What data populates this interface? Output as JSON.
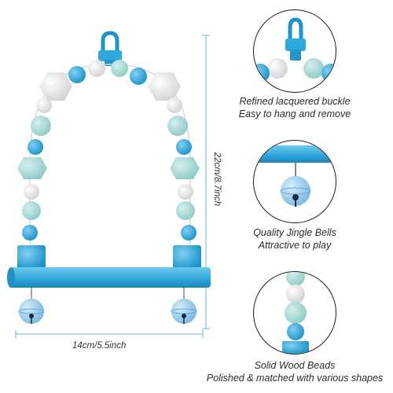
{
  "dimensions": {
    "height_label": "22cm/8.7inch",
    "width_label": "14cm/5.5inch"
  },
  "features": [
    {
      "line1": "Refined lacquered buckle",
      "line2": "Easy to hang and remove"
    },
    {
      "line1": "Quality Jingle Bells",
      "line2": "Attractive to play"
    },
    {
      "line1": "Solid Wood Beads",
      "line2": "Polished & matched with various shapes"
    }
  ],
  "colors": {
    "blue": "#2ea9dc",
    "light_blue": "#8fd2f2",
    "mint": "#a9dcd9",
    "white_bead": "#ececec",
    "perch": "#3ab0e0",
    "bell": "#9ccfee"
  },
  "icons": [
    "hook-icon",
    "bell-icon",
    "bead-icon"
  ]
}
